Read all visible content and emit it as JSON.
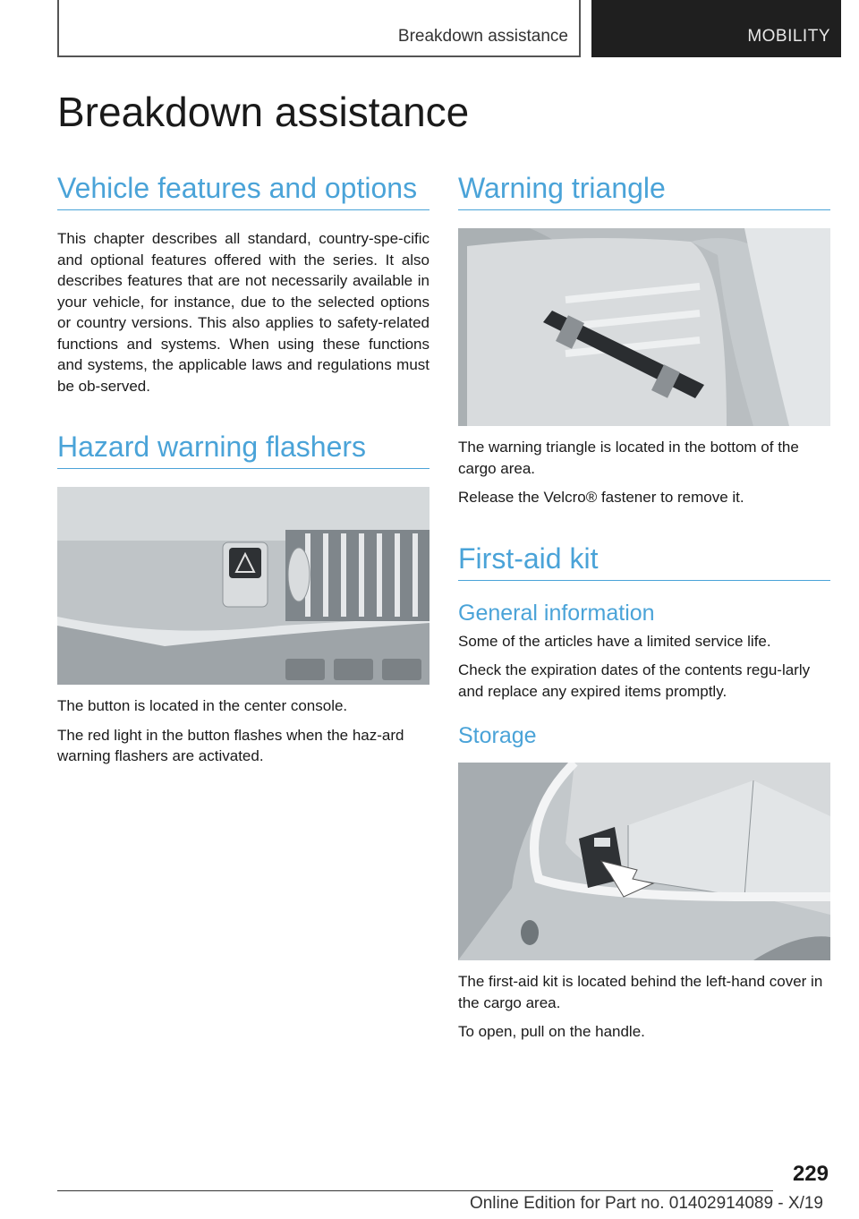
{
  "header": {
    "section": "Breakdown assistance",
    "chapter": "MOBILITY"
  },
  "page_title": "Breakdown assistance",
  "vehicle_features": {
    "heading": "Vehicle features and options",
    "body": "This chapter describes all standard, country-spe‐cific and optional features offered with the series. It also describes features that are not necessarily available in your vehicle, for instance, due to the selected options or country versions. This also applies to safety-related functions and systems. When using these functions and systems, the applicable laws and regulations must be ob‐served."
  },
  "hazard": {
    "heading": "Hazard warning flashers",
    "p1": "The button is located in the center console.",
    "p2": "The red light in the button flashes when the haz‐ard warning flashers are activated."
  },
  "warning_triangle": {
    "heading": "Warning triangle",
    "p1": "The warning triangle is located in the bottom of the cargo area.",
    "p2": "Release the Velcro® fastener to remove it."
  },
  "first_aid": {
    "heading": "First-aid kit",
    "general": {
      "heading": "General information",
      "p1": "Some of the articles have a limited service life.",
      "p2": "Check the expiration dates of the contents regu‐larly and replace any expired items promptly."
    },
    "storage": {
      "heading": "Storage",
      "p1": "The first-aid kit is located behind the left-hand cover in the cargo area.",
      "p2": "To open, pull on the handle."
    }
  },
  "page_number": "229",
  "footer": "Online Edition for Part no. 01402914089 - X/19",
  "colors": {
    "heading_blue": "#4aa3d8",
    "header_dark": "#1f1f1f"
  }
}
